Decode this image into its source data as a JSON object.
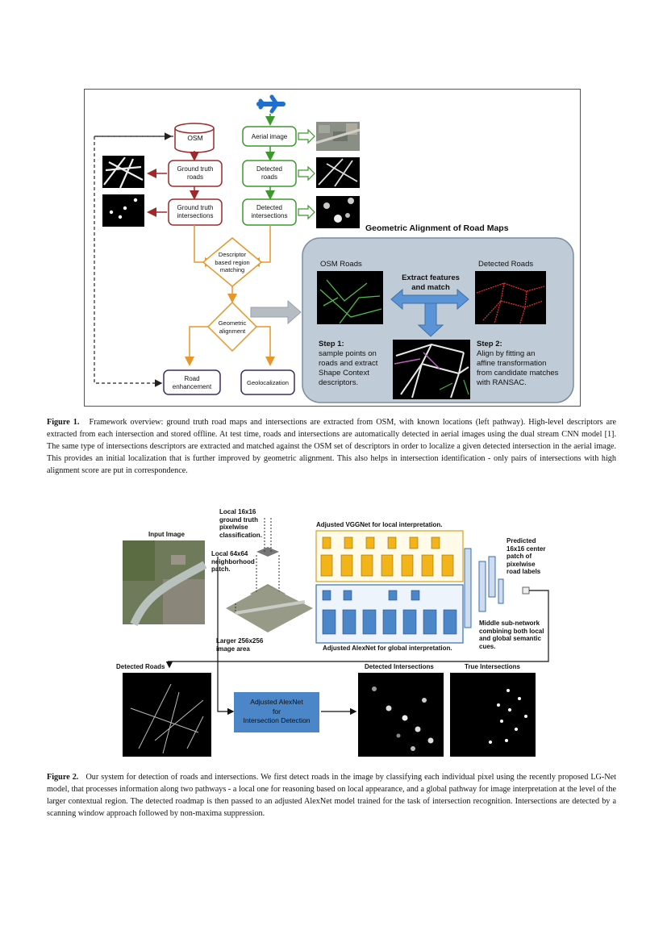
{
  "figure1": {
    "boxes": {
      "osm": "OSM",
      "gt_roads": "Ground truth\nroads",
      "gt_intersections": "Ground truth\nintersections",
      "aerial": "Aerial image",
      "det_roads": "Detected\nroads",
      "det_intersections": "Detected\nintersections",
      "descriptor": "Descriptor\nbased region\nmatching",
      "geometric": "Geometric\nalignment",
      "road_enh": "Road\nenhancement",
      "geoloc": "Geolocalization"
    },
    "panel": {
      "title": "Geometric Alignment of Road Maps",
      "osm_roads": "OSM Roads",
      "detected_roads": "Detected Roads",
      "extract": "Extract features\nand match",
      "step1_title": "Step 1:",
      "step1_text": "sample points on\nroads and extract\nShape Context\ndescriptors.",
      "step2_title": "Step 2:",
      "step2_text": "Align by fitting an\naffine transformation\nfrom candidate matches\nwith RANSAC."
    },
    "caption_label": "Figure 1.",
    "caption_text": "Framework overview: ground truth road maps and intersections are extracted from OSM, with known locations (left pathway). High-level descriptors are extracted from each intersection and stored offline. At test time, roads and intersections are automatically detected in aerial images using the dual stream CNN model [1]. The same type of intersections descriptors are extracted and matched against the OSM set of descriptors in order to localize a given detected intersection in the aerial image. This provides an initial localization that is further improved by geometric alignment. This also helps in intersection identification - only pairs of intersections with high alignment score are put in correspondence."
  },
  "figure2": {
    "input_image": "Input Image",
    "local16": "Local 16x16\nground truth\npixelwise\nclassification.",
    "local64": "Local 64x64\nneighborhood\npatch.",
    "larger256": "Larger 256x256\nimage area",
    "vgg_title": "Adjusted VGGNet for local interpretation.",
    "alex_title": "Adjusted AlexNet for global interpretation.",
    "predicted": "Predicted\n16x16 center\npatch of\npixelwise\nroad labels",
    "middle": "Middle sub-network\ncombining both local\nand global semantic\ncues.",
    "detected_roads": "Detected Roads",
    "detected_intersections": "Detected Intersections",
    "true_intersections": "True Intersections",
    "alexnet_box": "Adjusted AlexNet\nfor\nIntersection Detection",
    "caption_label": "Figure 2.",
    "caption_text": "Our system for detection of roads and intersections. We first detect roads in the image by classifying each individual pixel using the recently proposed LG-Net model, that processes information along two pathways - a local one for reasoning based on local appearance, and a global pathway for image interpretation at the level of the larger contextual region. The detected roadmap is then passed to an adjusted AlexNet model trained for the task of intersection recognition. Intersections are detected by a scanning window approach followed by non-maxima suppression."
  },
  "colors": {
    "osm_red": "#a0282a",
    "det_green": "#3a9a2a",
    "flow_orange": "#e8962a",
    "panel_bg": "#bfcbd6",
    "vgg_yellow": "#f2b418",
    "alex_blue": "#4a86c8"
  }
}
